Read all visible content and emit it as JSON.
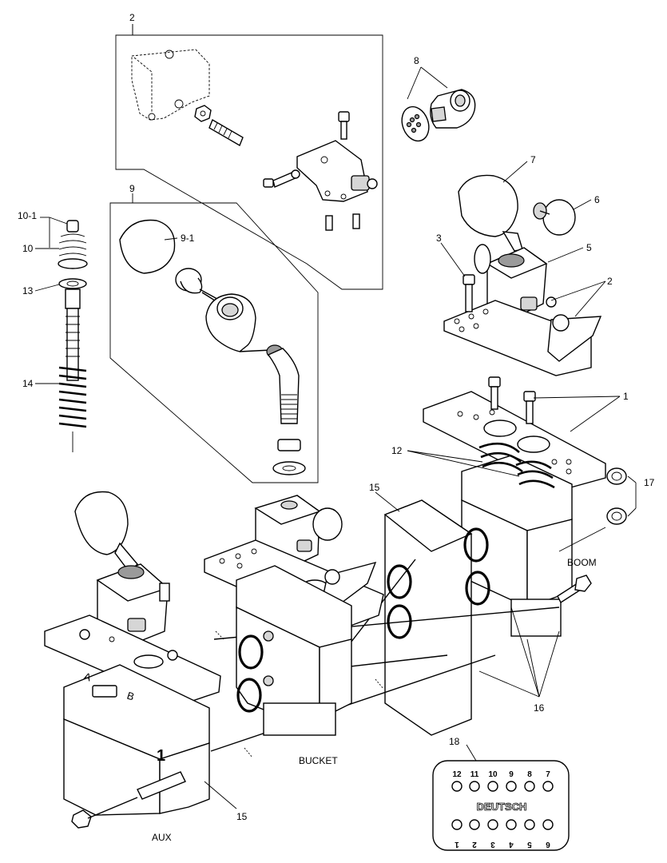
{
  "callouts": {
    "c1": "1",
    "c2_top": "2",
    "c2_right": "2",
    "c3": "3",
    "c5": "5",
    "c6": "6",
    "c7": "7",
    "c8": "8",
    "c9": "9",
    "c9_1": "9-1",
    "c10": "10",
    "c10_1": "10-1",
    "c12": "12",
    "c13": "13",
    "c14": "14",
    "c15_top": "15",
    "c15_bottom": "15",
    "c16": "16",
    "c17": "17",
    "c18": "18"
  },
  "section_labels": {
    "boom": "BOOM",
    "bucket": "BUCKET",
    "aux": "AUX"
  },
  "body_markings": {
    "port_a": "A",
    "port_b": "B",
    "section_number": "1"
  },
  "connector": {
    "brand": "DEUTSCH",
    "top_pins": [
      "12",
      "11",
      "10",
      "9",
      "8",
      "7"
    ],
    "bottom_pins": [
      "1",
      "2",
      "3",
      "4",
      "5",
      "6"
    ]
  }
}
